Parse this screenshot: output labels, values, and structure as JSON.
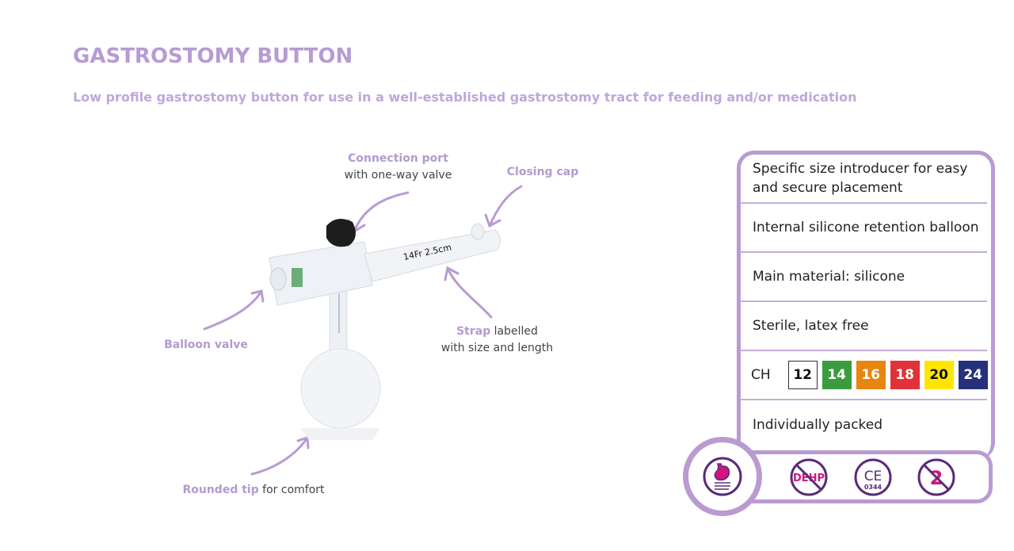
{
  "header": {
    "title": "GASTROSTOMY BUTTON",
    "subtitle": "Low profile gastrostomy button for use in a well-established gastrostomy tract for feeding and/or medication"
  },
  "callouts": {
    "connection_port": {
      "bold": "Connection port",
      "text": "with one-way valve"
    },
    "closing_cap": {
      "bold": "Closing cap"
    },
    "balloon_valve": {
      "bold": "Balloon valve"
    },
    "strap": {
      "bold": "Strap",
      "text": " labelled",
      "text2": "with size and length"
    },
    "rounded_tip": {
      "bold": "Rounded tip",
      "text": " for comfort"
    }
  },
  "device": {
    "strap_print": "14Fr 2.5cm"
  },
  "features": [
    "Specific size introducer for easy and secure placement",
    "Internal silicone retention balloon",
    "Main material: silicone",
    "Sterile, latex free",
    "Individually packed"
  ],
  "sizes": {
    "label": "CH",
    "items": [
      {
        "value": "12",
        "bg": "#ffffff",
        "fg": "#111111"
      },
      {
        "value": "14",
        "bg": "#3a9c3f",
        "fg": "#ffffff"
      },
      {
        "value": "16",
        "bg": "#e6860f",
        "fg": "#ffffff"
      },
      {
        "value": "18",
        "bg": "#e03238",
        "fg": "#ffffff"
      },
      {
        "value": "20",
        "bg": "#ffe600",
        "fg": "#111111"
      },
      {
        "value": "24",
        "bg": "#27307a",
        "fg": "#ffffff"
      }
    ]
  },
  "icons": {
    "dehp": "DEHP",
    "ce": "CE",
    "ce_number": "0344",
    "single_use": "2"
  },
  "colors": {
    "accent": "#b99bd2",
    "icon": "#5b2a78",
    "magenta": "#d0157f"
  }
}
